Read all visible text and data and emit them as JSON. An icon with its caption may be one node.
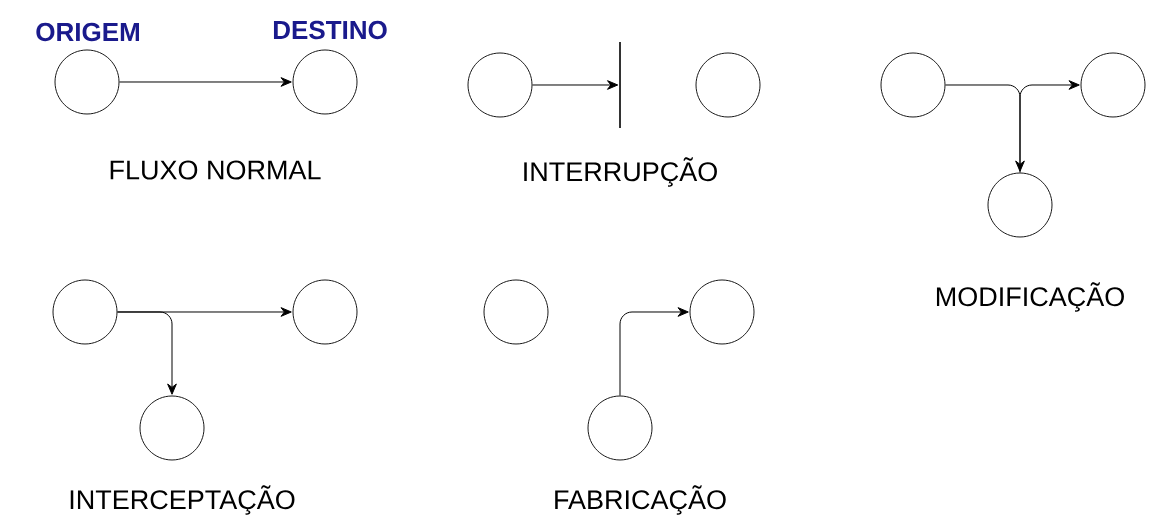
{
  "diagram": {
    "nodes": [
      {
        "text": [],
        "shape": "circle",
        "beside": [
          "ORIGEM"
        ]
      },
      {
        "text": [],
        "shape": "circle",
        "beside": [
          "DESTINO"
        ]
      },
      {
        "text": [],
        "shape": "circle"
      },
      {
        "text": [],
        "shape": "bar"
      },
      {
        "text": [],
        "shape": "circle"
      },
      {
        "text": [],
        "shape": "circle"
      },
      {
        "text": [],
        "shape": "circle"
      },
      {
        "text": [],
        "shape": "circle"
      },
      {
        "text": [],
        "shape": "circle"
      },
      {
        "text": [],
        "shape": "circle"
      },
      {
        "text": [],
        "shape": "circle"
      },
      {
        "text": [],
        "shape": "circle"
      },
      {
        "text": [],
        "shape": "circle"
      },
      {
        "text": [],
        "shape": "circle"
      }
    ],
    "edges": [
      {
        "from": 0,
        "to": 1,
        "arrow": "to"
      },
      {
        "from": 2,
        "to": 3,
        "arrow": "to"
      },
      {
        "from": 5,
        "to": 7,
        "arrow": "to"
      },
      {
        "from": 7,
        "to": 6,
        "arrow": "to"
      },
      {
        "from": 8,
        "to": 9,
        "arrow": "to"
      },
      {
        "from": 8,
        "to": 10,
        "arrow": "to"
      },
      {
        "from": 13,
        "to": 12,
        "arrow": "to"
      }
    ],
    "labels": [
      "FLUXO NORMAL",
      "INTERRUPÇÃO",
      "MODIFICAÇÃO",
      "INTERCEPTAÇÃO",
      "FABRICAÇÃO"
    ]
  }
}
